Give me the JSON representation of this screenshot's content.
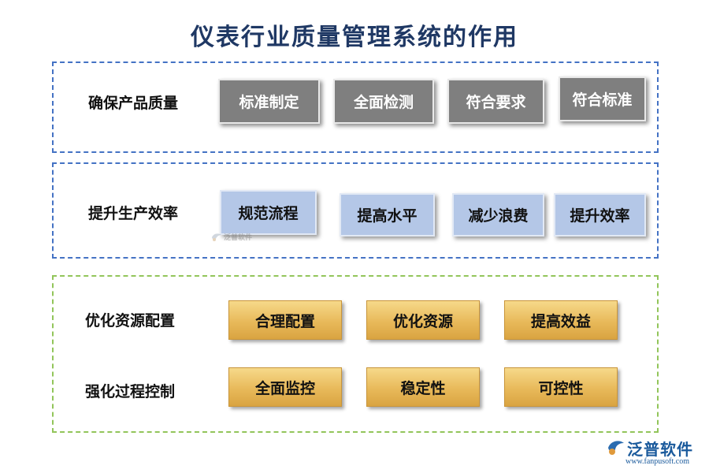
{
  "title": "仪表行业质量管理系统的作用",
  "sections": [
    {
      "label": "确保产品质量",
      "items": [
        "标准制定",
        "全面检测",
        "符合要求",
        "符合标准"
      ]
    },
    {
      "label": "提升生产效率",
      "items": [
        "规范流程",
        "提高水平",
        "减少浪费",
        "提升效率"
      ]
    },
    {
      "label": "优化资源配置",
      "items": [
        "合理配置",
        "优化资源",
        "提高效益"
      ]
    },
    {
      "label": "强化过程控制",
      "items": [
        "全面监控",
        "稳定性",
        "可控性"
      ]
    }
  ],
  "watermark": {
    "text": "泛普软件",
    "icon": "fanpu-logo-icon"
  },
  "logo": {
    "name": "泛普软件",
    "url": "www.fanpusoft.com",
    "icon": "fanpu-logo-icon"
  },
  "colors": {
    "title": "#1f3864",
    "panel_border_blue": "#4472c4",
    "panel_border_green": "#92c55a",
    "box_gray": "#7f7f7f",
    "box_blue": "#b4c7e7",
    "box_gold": "#e8b95a",
    "logo": "#1a5a9c"
  }
}
